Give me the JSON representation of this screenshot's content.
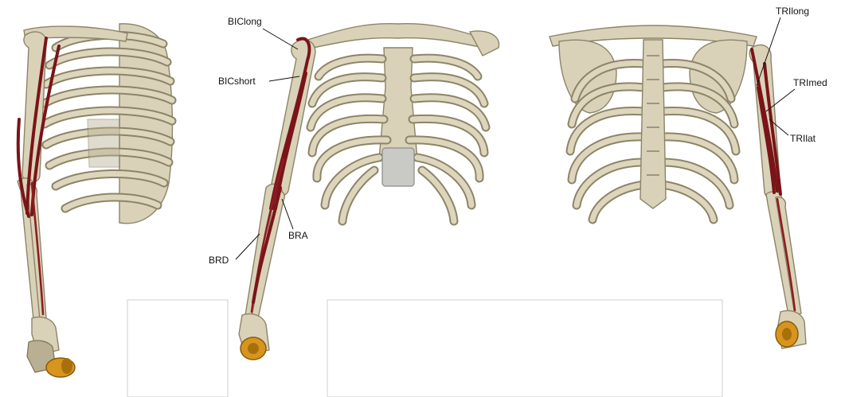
{
  "colors": {
    "bone": "#d9d2b8",
    "bone_outline": "#8c8467",
    "muscle": "#7a1418",
    "weight": "#d8951e",
    "background": "#ffffff"
  },
  "views": [
    {
      "name": "lateral-view",
      "labels": []
    },
    {
      "name": "anterior-view",
      "labels": [
        "BIClong",
        "BICshort",
        "BRA",
        "BRD"
      ]
    },
    {
      "name": "posterior-view",
      "labels": [
        "TRIlong",
        "TRImed",
        "TRIlat"
      ]
    }
  ],
  "labels": {
    "bic_long": "BIClong",
    "bic_short": "BICshort",
    "bra": "BRA",
    "brd": "BRD",
    "tri_long": "TRIlong",
    "tri_med": "TRImed",
    "tri_lat": "TRIlat"
  }
}
